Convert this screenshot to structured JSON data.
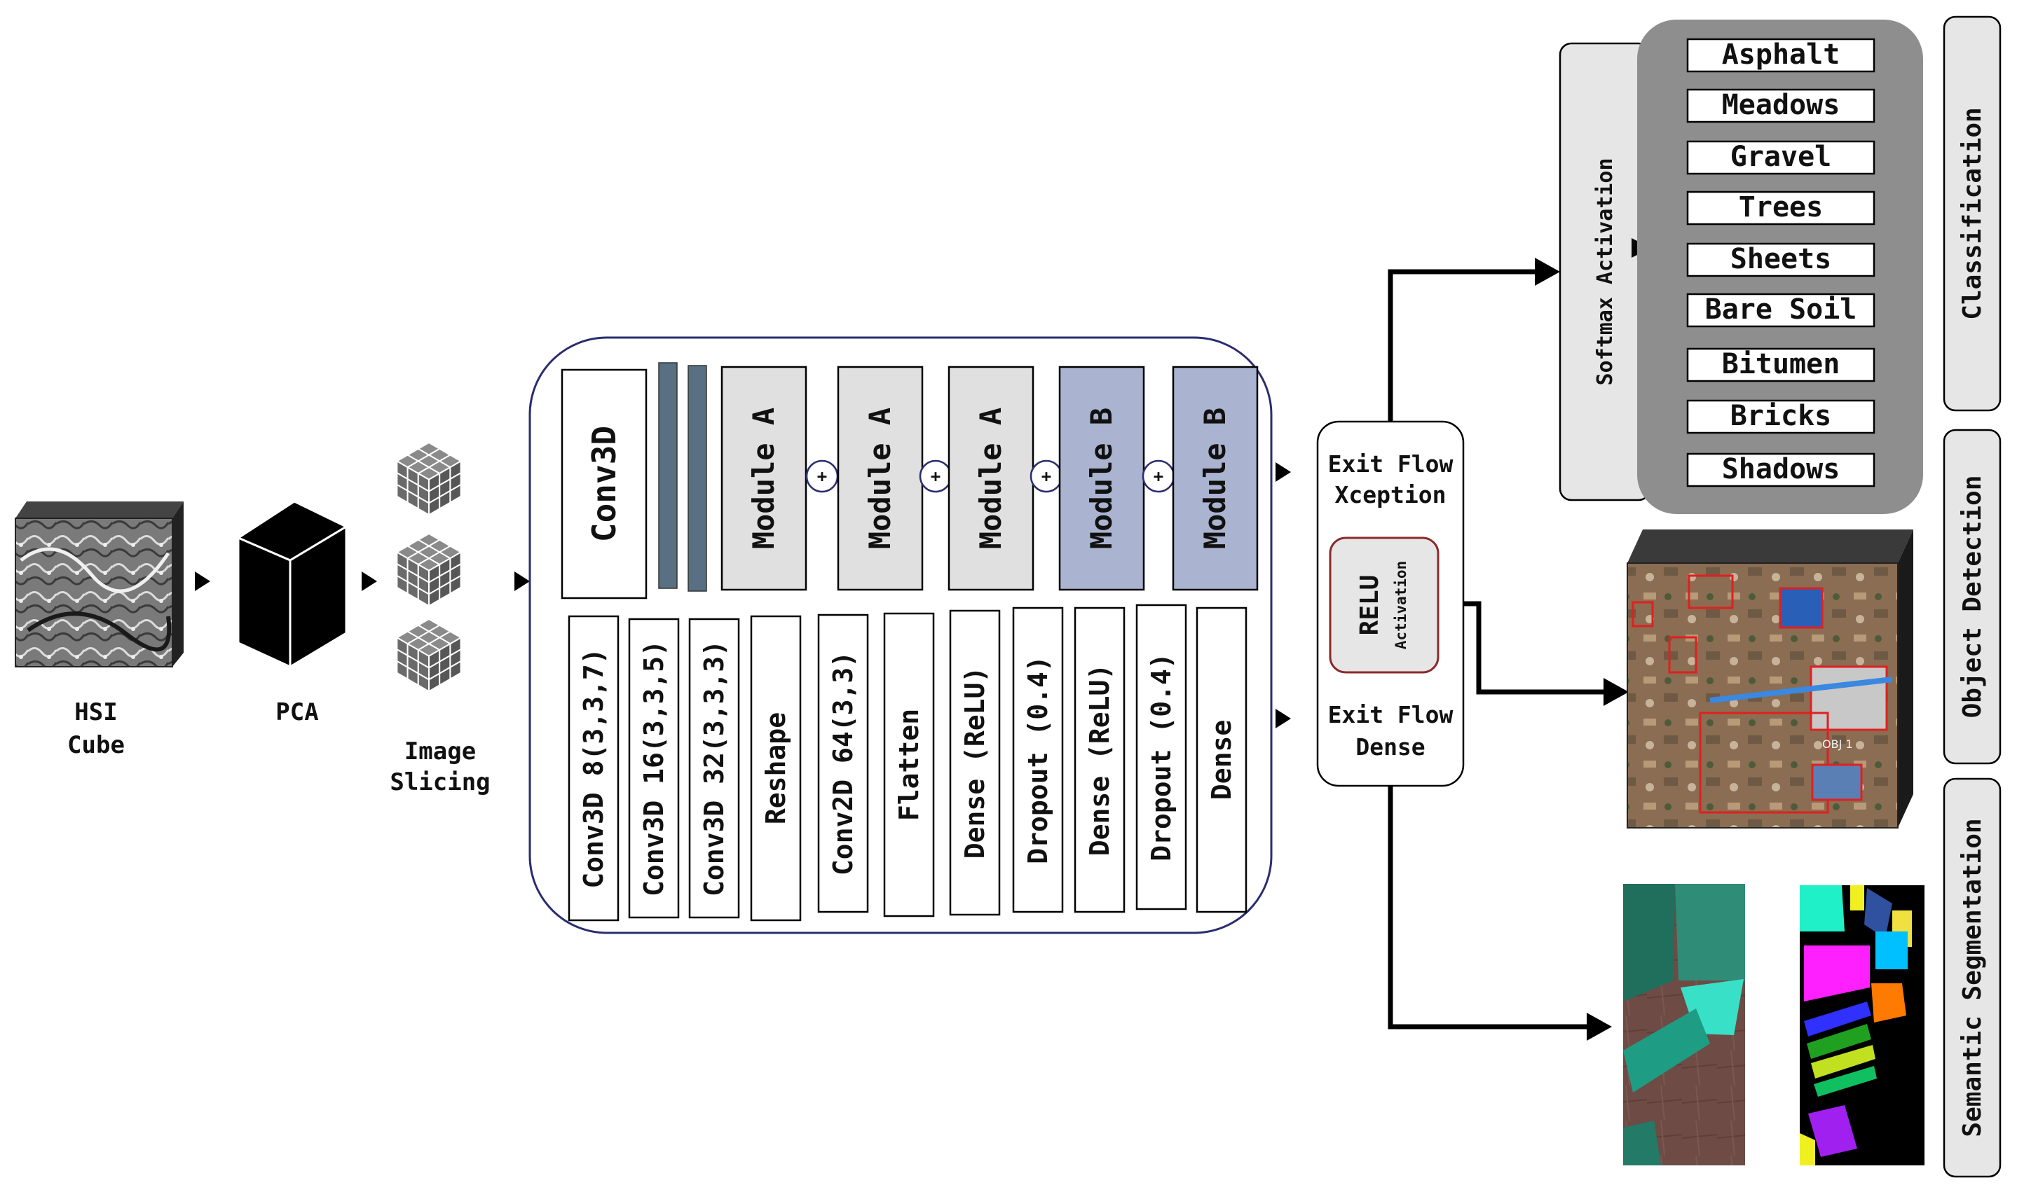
{
  "inputs": {
    "hsi_label_1": "HSI",
    "hsi_label_2": "Cube",
    "pca_label": "PCA",
    "slicing_label_1": "Image",
    "slicing_label_2": "Slicing"
  },
  "network": {
    "top_row": {
      "conv3d": "Conv3D",
      "modules": [
        "Module A",
        "Module A",
        "Module A",
        "Module B",
        "Module B"
      ],
      "add_symbol": "+"
    },
    "bottom_row": [
      "Conv3D 8(3,3,7)",
      "Conv3D 16(3,3,5)",
      "Conv3D 32(3,3,3)",
      "Reshape",
      "Conv2D 64(3,3)",
      "Flatten",
      "Dense (ReLU)",
      "Dropout (0.4)",
      "Dense (ReLU)",
      "Dropout (0.4)",
      "Dense"
    ]
  },
  "exit": {
    "xception_1": "Exit Flow",
    "xception_2": "Xception",
    "relu": "RELU",
    "relu_sub": "Activation",
    "dense_1": "Exit Flow",
    "dense_2": "Dense"
  },
  "softmax_label": "Softmax Activation",
  "classes": [
    "Asphalt",
    "Meadows",
    "Gravel",
    "Trees",
    "Sheets",
    "Bare Soil",
    "Bitumen",
    "Bricks",
    "Shadows"
  ],
  "tasks": {
    "classification": "Classification",
    "object_detection": "Object Detection",
    "semantic_segmentation": "Semantic Segmentation"
  },
  "detection_label": "OBJ 1",
  "colors": {
    "module_a": "#e0e0e0",
    "module_b": "#aab4d0",
    "bar": "#596f82",
    "class_panel": "#8e8e8e",
    "network_border": "#2a2e6e",
    "relu_border": "#8b2a2a"
  }
}
